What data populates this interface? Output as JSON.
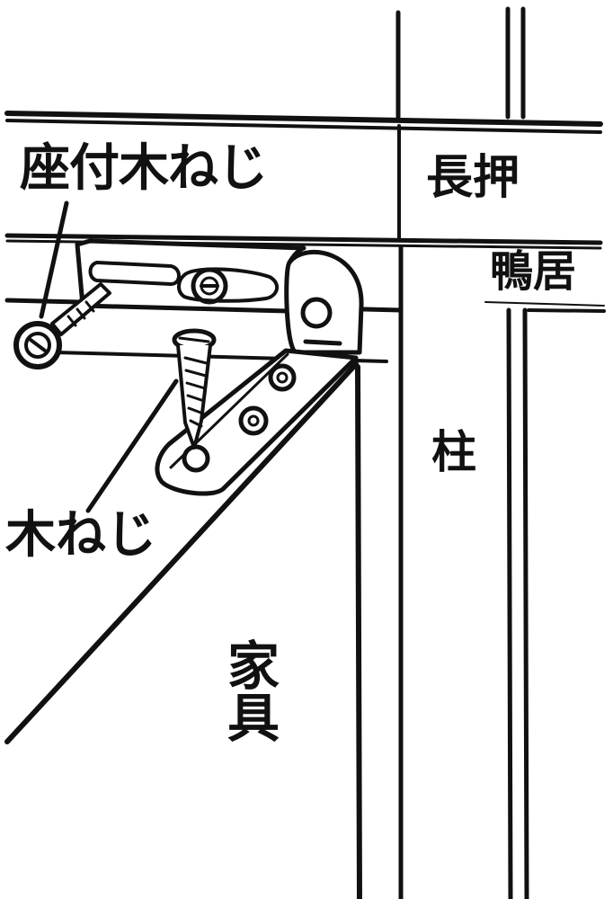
{
  "labels": {
    "zatsuki_screw": "座付木ねじ",
    "nageshi": "長押",
    "kamoi": "鴨居",
    "hashira": "柱",
    "wood_screw": "木ねじ",
    "furniture": "家具"
  },
  "colors": {
    "ink": "#111111",
    "paper": "#ffffff"
  }
}
